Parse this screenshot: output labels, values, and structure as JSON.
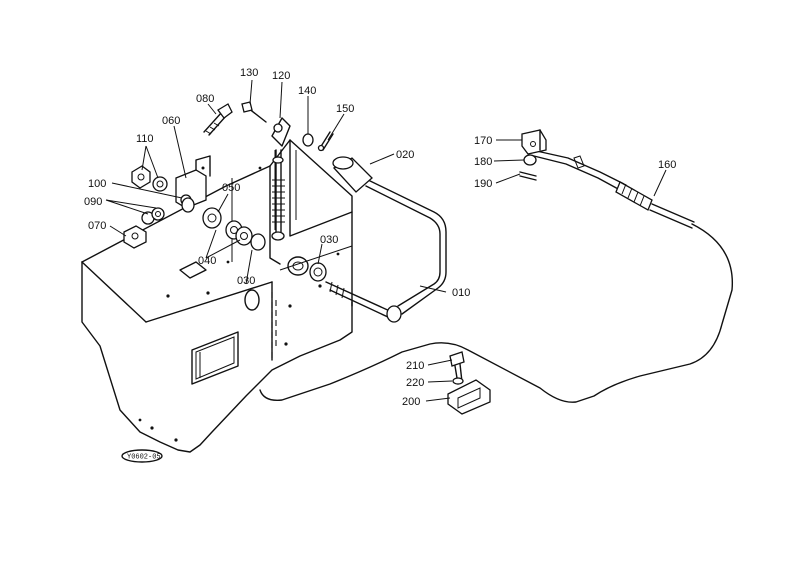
{
  "parts": {
    "p010": "010",
    "p020": "020",
    "p030a": "030",
    "p030b": "030",
    "p040": "040",
    "p050": "050",
    "p060": "060",
    "p070": "070",
    "p080": "080",
    "p090": "090",
    "p100": "100",
    "p110": "110",
    "p120": "120",
    "p130": "130",
    "p140": "140",
    "p150": "150",
    "p160": "160",
    "p170": "170",
    "p180": "180",
    "p190": "190",
    "p200": "200",
    "p210": "210",
    "p220": "220"
  },
  "figure_code": "Y0602-05"
}
